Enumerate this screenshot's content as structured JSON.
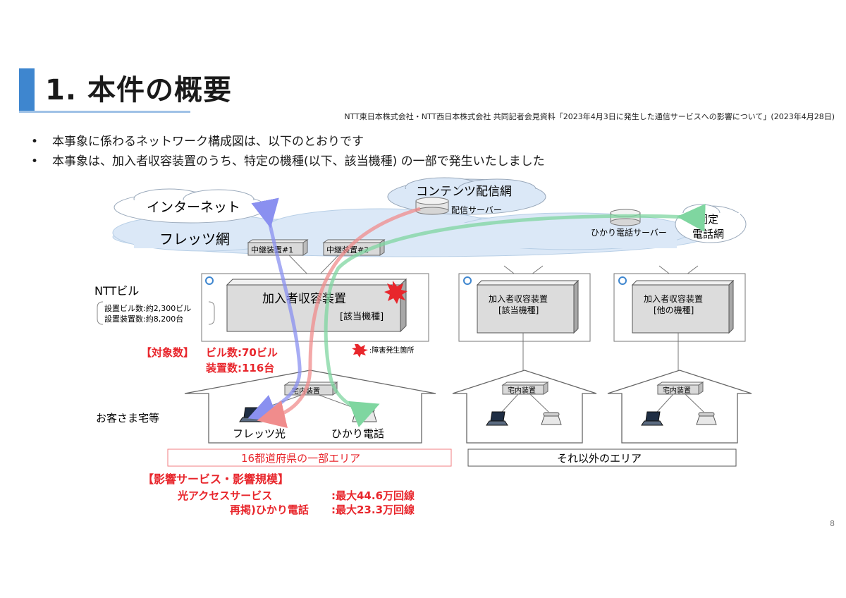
{
  "slide": {
    "title": "1. 本件の概要",
    "source": "NTT東日本株式会社・NTT西日本株式会社 共同記者会見資料「2023年4月3日に発生した通信サービスへの影響について」(2023年4月28日)",
    "bullets": [
      "本事象に係わるネットワーク構成図は、以下のとおりです",
      "本事象は、加入者収容装置のうち、特定の機種(以下、該当機種) の一部で発生いたしました"
    ],
    "page_number": "8"
  },
  "diagram": {
    "internet": "インターネット",
    "content_network": "コンテンツ配信網",
    "distribution_server": "配信サーバー",
    "flets_network": "フレッツ網",
    "relay_device_1": "中継装置#1",
    "relay_device_2": "中継装置#2",
    "hikari_denwa_server": "ひかり電話サーバー",
    "fixed_phone_network_line1": "固定",
    "fixed_phone_network_line2": "電話網",
    "ntt_building": "NTTビル",
    "building_count": "設置ビル数:約2,300ビル",
    "device_count": "設置装置数:約8,200台",
    "subscriber_device": "加入者収容装置",
    "model_affected": "[該当機種]",
    "model_other": "[他の機種]",
    "failure_legend": ":障害発生箇所",
    "target_label": "【対象数】",
    "target_buildings": "ビル数:70ビル",
    "target_devices": "装置数:116台",
    "home_device": "宅内装置",
    "customer_home": "お客さま宅等",
    "flets_hikari": "フレッツ光",
    "hikari_denwa": "ひかり電話",
    "affected_area": "16都道府県の一部エリア",
    "other_area": "それ以外のエリア",
    "impact_title": "【影響サービス・影響規模】",
    "impact_rows": [
      {
        "service": "光アクセスサービス",
        "value": ":最大44.6万回線"
      },
      {
        "service": "再掲)ひかり電話",
        "value": ":最大23.3万回線"
      }
    ],
    "colors": {
      "accent_blue": "#3e86cf",
      "cloud_blue": "#dbe8f7",
      "alert_red": "#e8262c",
      "arrow_blue": "#8a90f0",
      "arrow_red": "#f08c8c",
      "arrow_green": "#7fd6a0"
    }
  }
}
